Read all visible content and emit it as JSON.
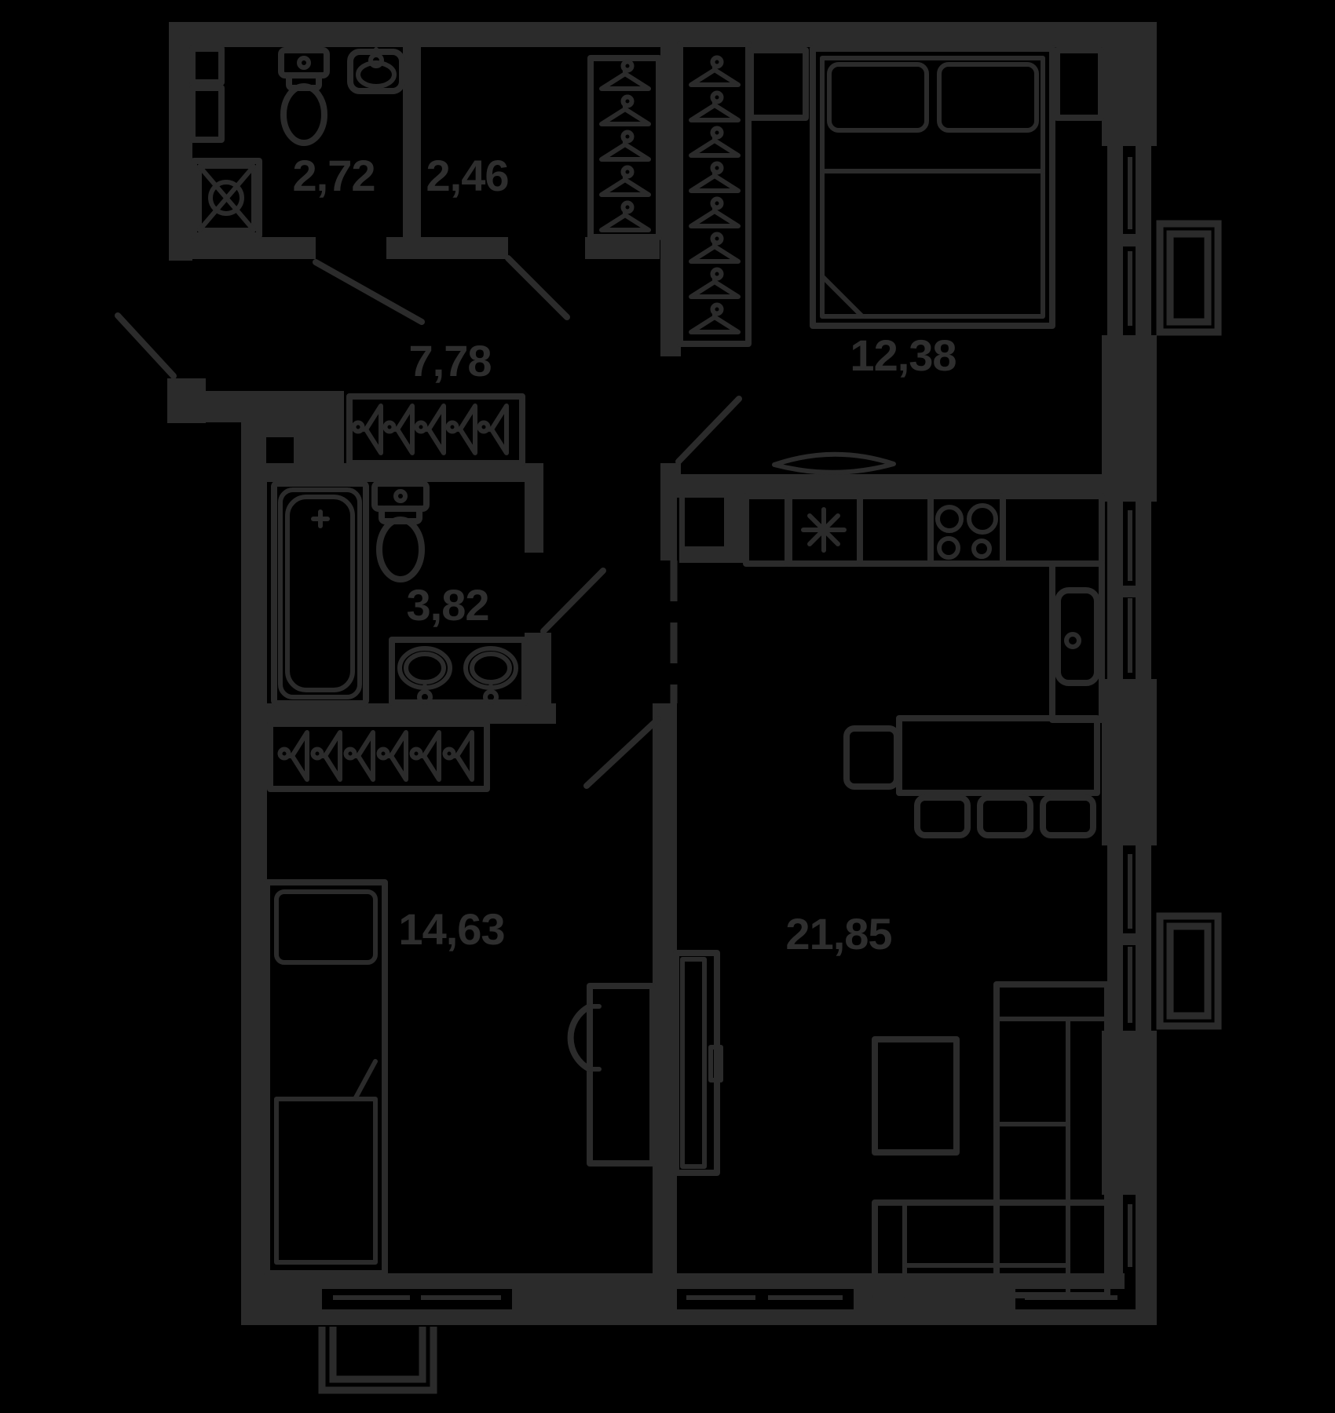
{
  "plan": {
    "colors": {
      "bg": "#000000",
      "line": "#2b2b2b",
      "label": "#2e2e2e"
    },
    "rooms": [
      {
        "name": "wc",
        "area": "2,72"
      },
      {
        "name": "closet",
        "area": "2,46"
      },
      {
        "name": "hallway",
        "area": "7,78"
      },
      {
        "name": "bedroom",
        "area": "12,38"
      },
      {
        "name": "bathroom",
        "area": "3,82"
      },
      {
        "name": "bedroom-2",
        "area": "14,63"
      },
      {
        "name": "kitchen-living-room",
        "area": "21,85"
      }
    ]
  }
}
